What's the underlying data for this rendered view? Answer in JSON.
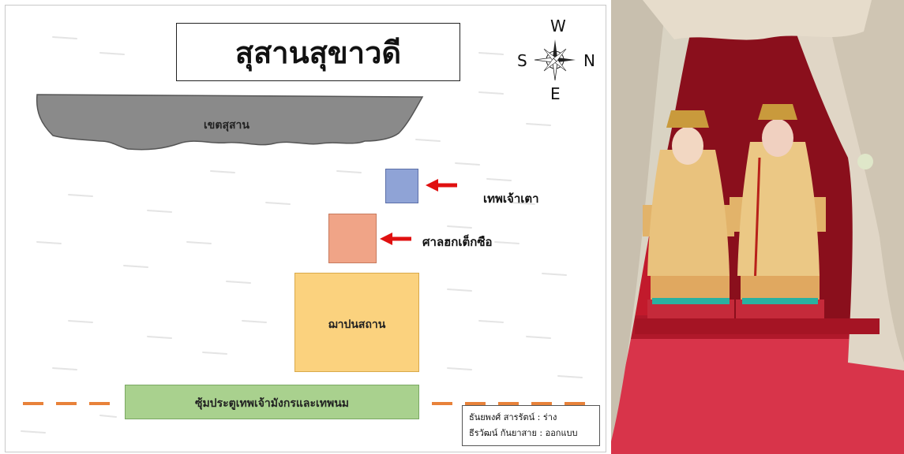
{
  "map": {
    "title": "สุสานสุขาวดี",
    "compass": {
      "W": "W",
      "S": "S",
      "N": "N",
      "E": "E"
    },
    "areas": {
      "cemetery": "เขตสุสาน",
      "crematorium": "ฌาปนสถาน",
      "gate": "ซุ้มประตูเทพเจ้ามังกรและเทพนม"
    },
    "labels": {
      "shrine_tao": "เทพเจ้าเตา",
      "shrine_hok_tek": "ศาลฮกเต็กซือ"
    },
    "credits": [
      {
        "name": "ธันยพงศ์  สารรัตน์",
        "role": ": ร่าง"
      },
      {
        "name": "ธีรวัฒน์   กันยาสาย",
        "role": ": ออกแบบ"
      }
    ],
    "colors": {
      "cemetery": "#8a8a8a",
      "shrine_tao": "#8fa3d6",
      "shrine_hok_tek": "#f0a487",
      "crematorium": "#fbd27e",
      "gate": "#a9d18e",
      "arrow": "#e01010",
      "road_dash": "#e8823a"
    }
  }
}
